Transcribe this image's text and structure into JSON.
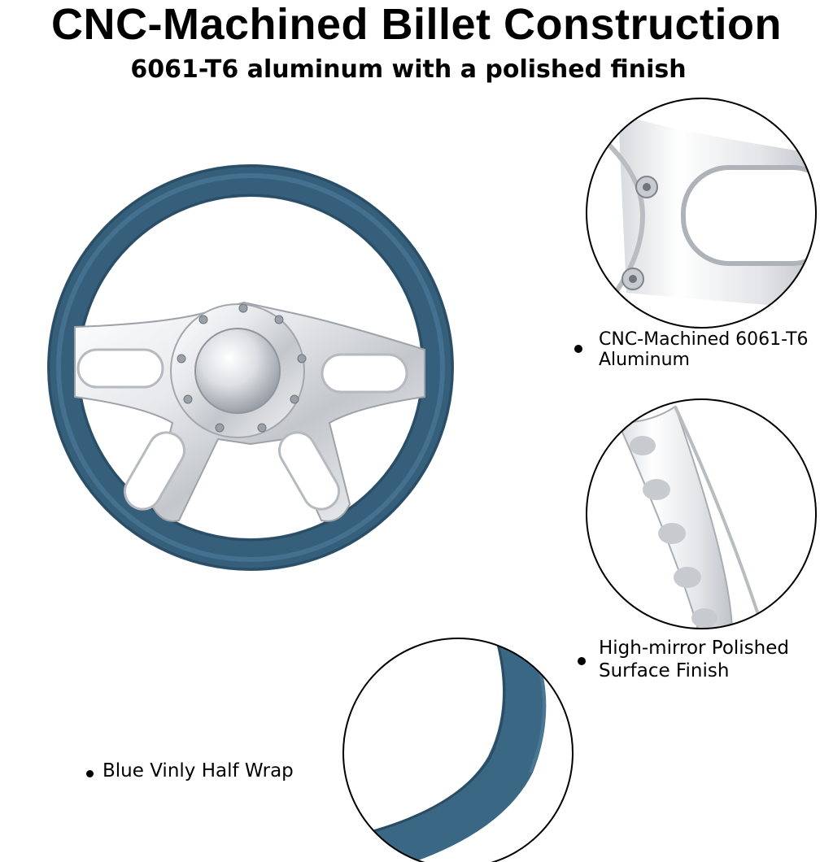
{
  "headline": {
    "title": "CNC-Machined Billet Construction",
    "subtitle": "6061-T6 aluminum with a polished finish"
  },
  "features": [
    {
      "lines": [
        "CNC-Machined 6061-T6",
        "Aluminum"
      ],
      "icon": "bullet-dot"
    },
    {
      "lines": [
        "High-mirror Polished",
        "Surface Finish"
      ],
      "icon": "bullet-dot"
    },
    {
      "lines": [
        "Blue Vinly Half Wrap"
      ],
      "icon": "bullet-dot"
    }
  ],
  "colors": {
    "wrap_blue": "#3e6a86",
    "wrap_blue_dark": "#2c5069",
    "chrome_light": "#f4f5f7",
    "chrome_mid": "#c9ccd1",
    "chrome_dark": "#8e939a",
    "text": "#000000",
    "background": "#ffffff"
  }
}
